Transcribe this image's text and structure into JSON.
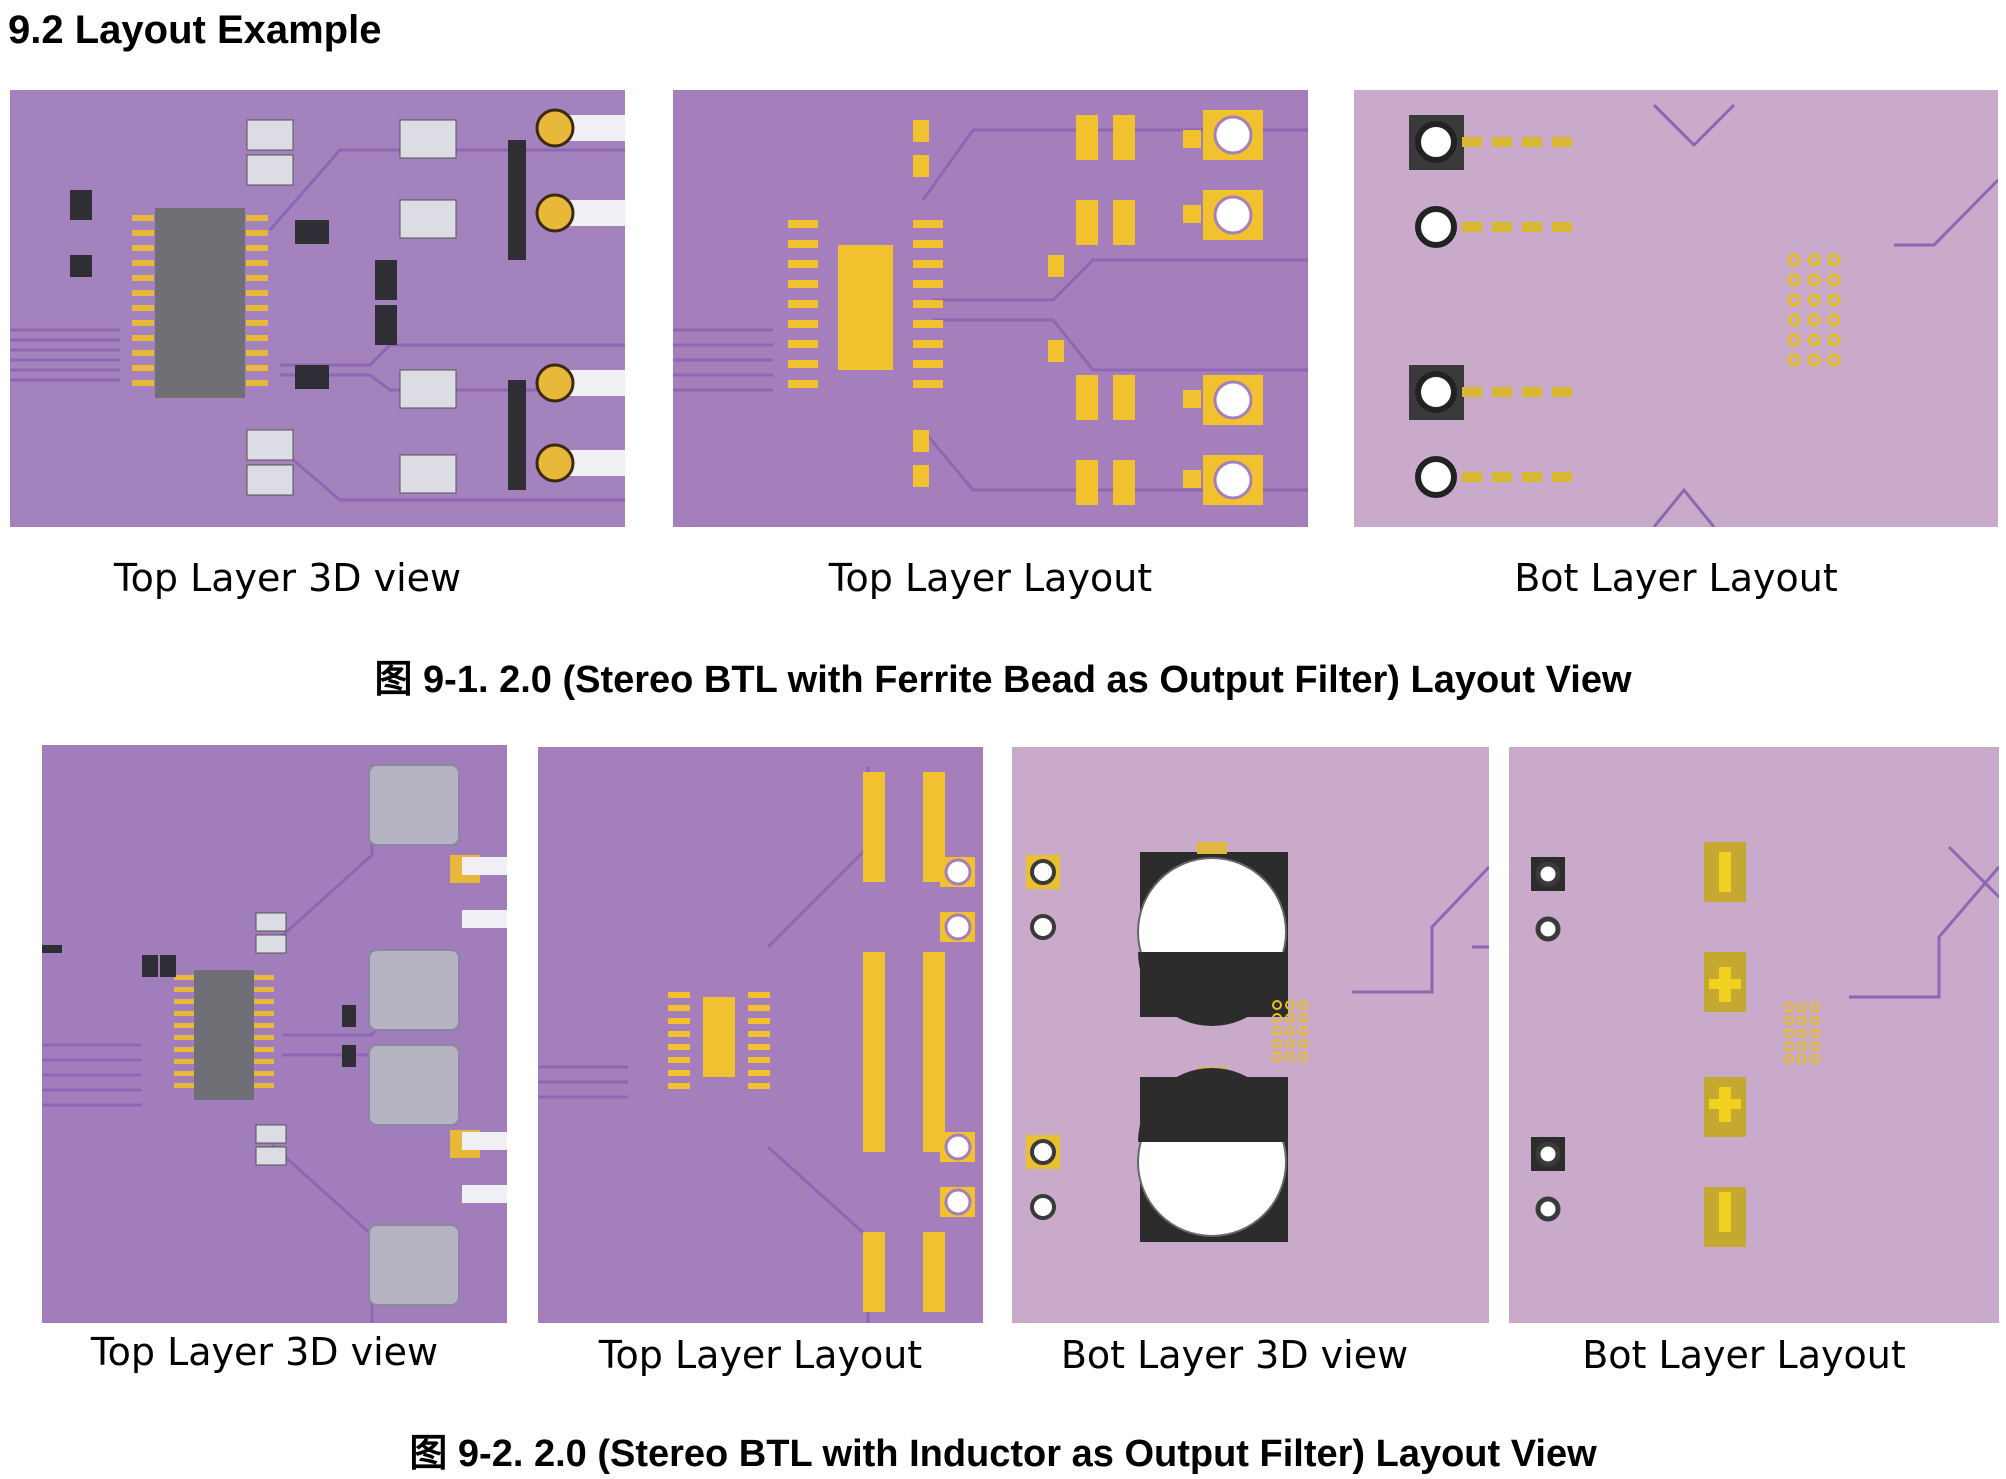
{
  "section_title": "9.2 Layout Example",
  "figure1": {
    "panel_labels": [
      "Top Layer 3D view",
      "Top Layer Layout",
      "Bot Layer Layout"
    ],
    "caption": "图 9-1. 2.0 (Stereo BTL with Ferrite Bead as Output Filter) Layout View"
  },
  "figure2": {
    "panel_labels": [
      "Top Layer 3D view",
      "Top Layer Layout",
      "Bot Layer 3D view",
      "Bot Layer Layout"
    ],
    "caption": "图 9-2. 2.0 (Stereo BTL with Inductor as Output Filter) Layout View"
  },
  "colors": {
    "board_top": "#a07ab8",
    "board_bottom": "#c8a8c8",
    "trace": "#8a5fb0",
    "pad": "#f2c12e",
    "chip": "#6e6e74"
  }
}
